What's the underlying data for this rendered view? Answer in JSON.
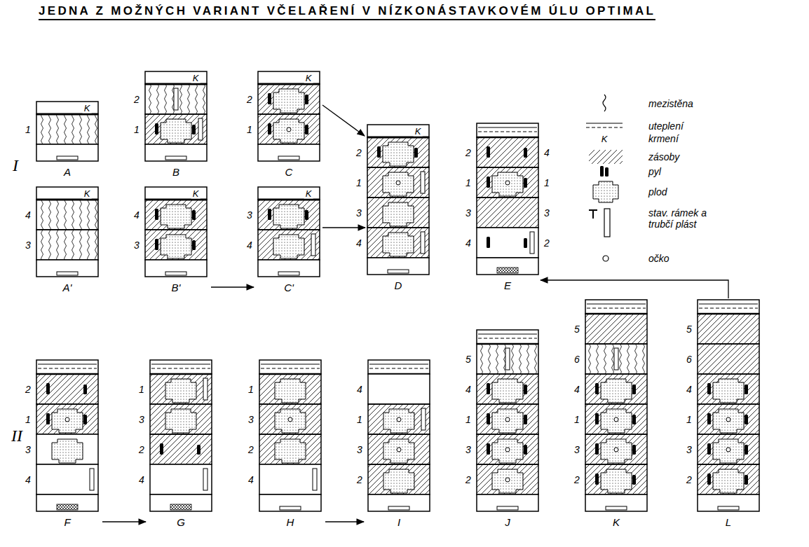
{
  "diagram": {
    "title": "JEDNA Z MOŽNÝCH VARIANT VČELAŘENÍ V NÍZKONÁSTAVKOVÉM ÚLU OPTIMAL",
    "nodes": [
      {
        "text": [
          "A"
        ]
      },
      {
        "text": [
          "B"
        ]
      },
      {
        "text": [
          "C"
        ]
      },
      {
        "text": [
          "A'"
        ]
      },
      {
        "text": [
          "B'"
        ]
      },
      {
        "text": [
          "C'"
        ]
      },
      {
        "text": [
          "D"
        ]
      },
      {
        "text": [
          "E"
        ]
      },
      {
        "text": [
          "F"
        ]
      },
      {
        "text": [
          "G"
        ]
      },
      {
        "text": [
          "H"
        ]
      },
      {
        "text": [
          "I"
        ]
      },
      {
        "text": [
          "J"
        ]
      },
      {
        "text": [
          "K"
        ]
      },
      {
        "text": [
          "L"
        ]
      }
    ],
    "edges": [
      {
        "from": 2,
        "to": 6,
        "arrow": "to"
      },
      {
        "from": 4,
        "to": 5,
        "arrow": "to"
      },
      {
        "from": 5,
        "to": 6,
        "arrow": "to"
      },
      {
        "from": 14,
        "to": 7,
        "arrow": "to"
      },
      {
        "from": 8,
        "to": 9,
        "arrow": "to"
      },
      {
        "from": 10,
        "to": 11,
        "arrow": "to"
      }
    ],
    "labels": [
      "I",
      "K",
      "1",
      "K",
      "2",
      "1",
      "K",
      "2",
      "1",
      "K",
      "4",
      "3",
      "K",
      "4",
      "3",
      "K",
      "3",
      "4",
      "K",
      "2",
      "1",
      "3",
      "4",
      "2",
      "1",
      "3",
      "4",
      "4",
      "1",
      "3",
      "2",
      "K",
      "II",
      "2",
      "1",
      "3",
      "4",
      "1",
      "3",
      "2",
      "4",
      "1",
      "3",
      "2",
      "4",
      "4",
      "1",
      "3",
      "2",
      "5",
      "4",
      "1",
      "3",
      "2",
      "5",
      "6",
      "4",
      "1",
      "3",
      "2",
      "5",
      "6",
      "4",
      "1",
      "3",
      "2"
    ],
    "legend": [
      {
        "text": "mezistěna"
      },
      {
        "text": "uteplení"
      },
      {
        "text": "krmení"
      },
      {
        "text": "zásoby"
      },
      {
        "text": "pyl"
      },
      {
        "text": "plod"
      },
      {
        "text": "stav. rámek a trubčí plást"
      },
      {
        "text": "očko"
      }
    ]
  }
}
